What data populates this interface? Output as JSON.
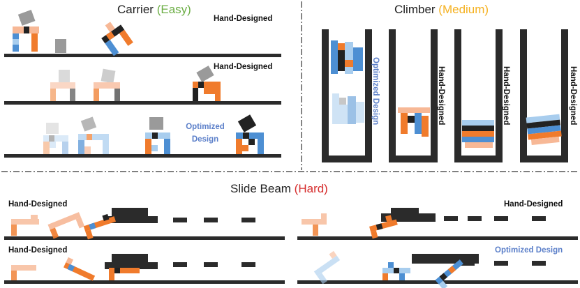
{
  "panels": {
    "carrier": {
      "name": "Carrier",
      "difficulty": "(Easy)",
      "difficulty_color": "#6cae45",
      "labels": [
        "Hand-Designed",
        "Hand-Designed"
      ],
      "optimized_label": [
        "Optimized",
        "Design"
      ]
    },
    "climber": {
      "name": "Climber",
      "difficulty": "(Medium)",
      "difficulty_color": "#f5b120",
      "optimized_label": "Optimized Design",
      "labels": [
        "Hand-Designed",
        "Hand-Designed",
        "Hand-Designed"
      ]
    },
    "slide_beam": {
      "name": "Slide Beam",
      "difficulty": "(Hard)",
      "difficulty_color": "#d62e2e",
      "labels": [
        "Hand-Designed",
        "Hand-Designed",
        "Hand-Designed"
      ],
      "optimized_label": "Optimized Design"
    }
  },
  "colors": {
    "orange": "#f07b2c",
    "light_orange": "#f7b896",
    "blue": "#4d8fd3",
    "light_blue": "#a8cdee",
    "black": "#222222",
    "gray": "#9a9a9a",
    "ground": "#2b2b2b"
  }
}
